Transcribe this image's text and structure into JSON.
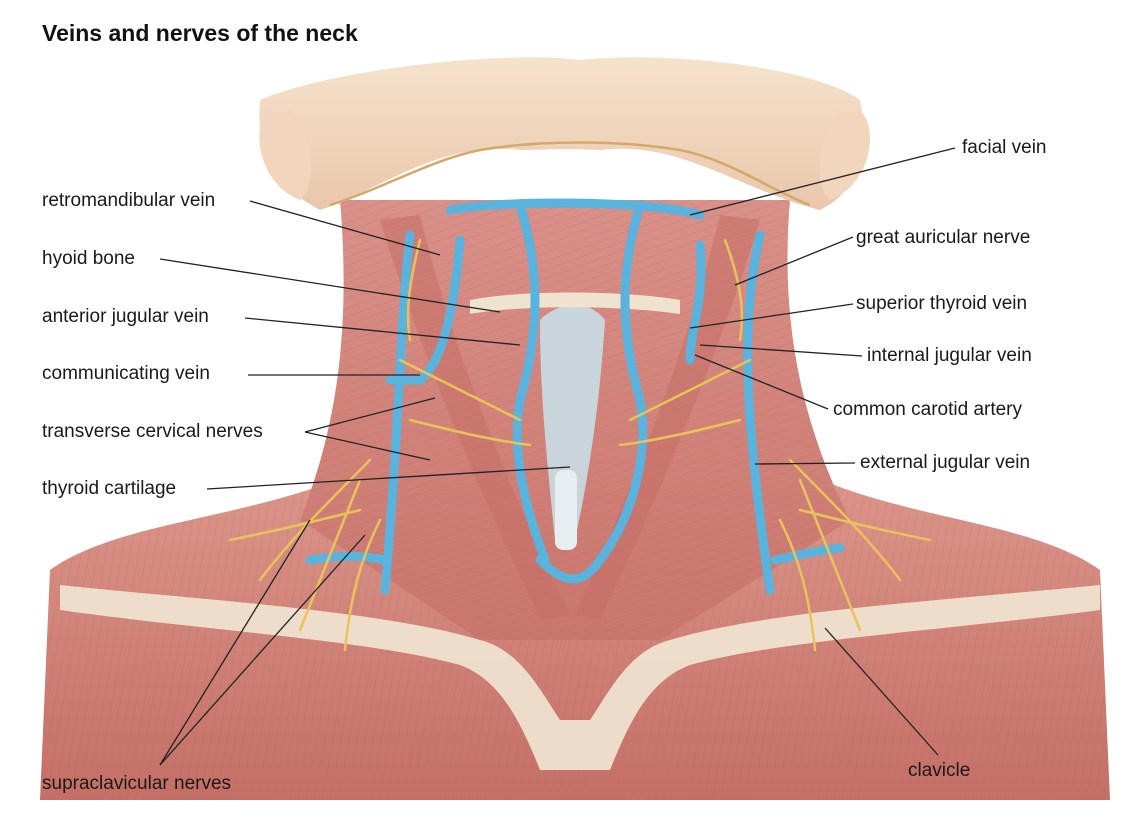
{
  "title": "Veins and nerves of the neck",
  "labels": {
    "left": [
      "retromandibular vein",
      "hyoid bone",
      "anterior jugular vein",
      "communicating vein",
      "transverse cervical nerves",
      "thyroid cartilage",
      "supraclavicular nerves"
    ],
    "right": [
      "facial vein",
      "great auricular nerve",
      "superior thyroid vein",
      "internal jugular vein",
      "common carotid artery",
      "external jugular vein",
      "clavicle"
    ]
  },
  "colors": {
    "muscle": "#d98e84",
    "muscle_dark": "#b9605a",
    "skin": "#f3d8c0",
    "bone": "#efe3d0",
    "vein": "#5ab3dc",
    "nerve": "#e8c35a",
    "cartilage": "#c9dde6",
    "leader": "#222222"
  }
}
